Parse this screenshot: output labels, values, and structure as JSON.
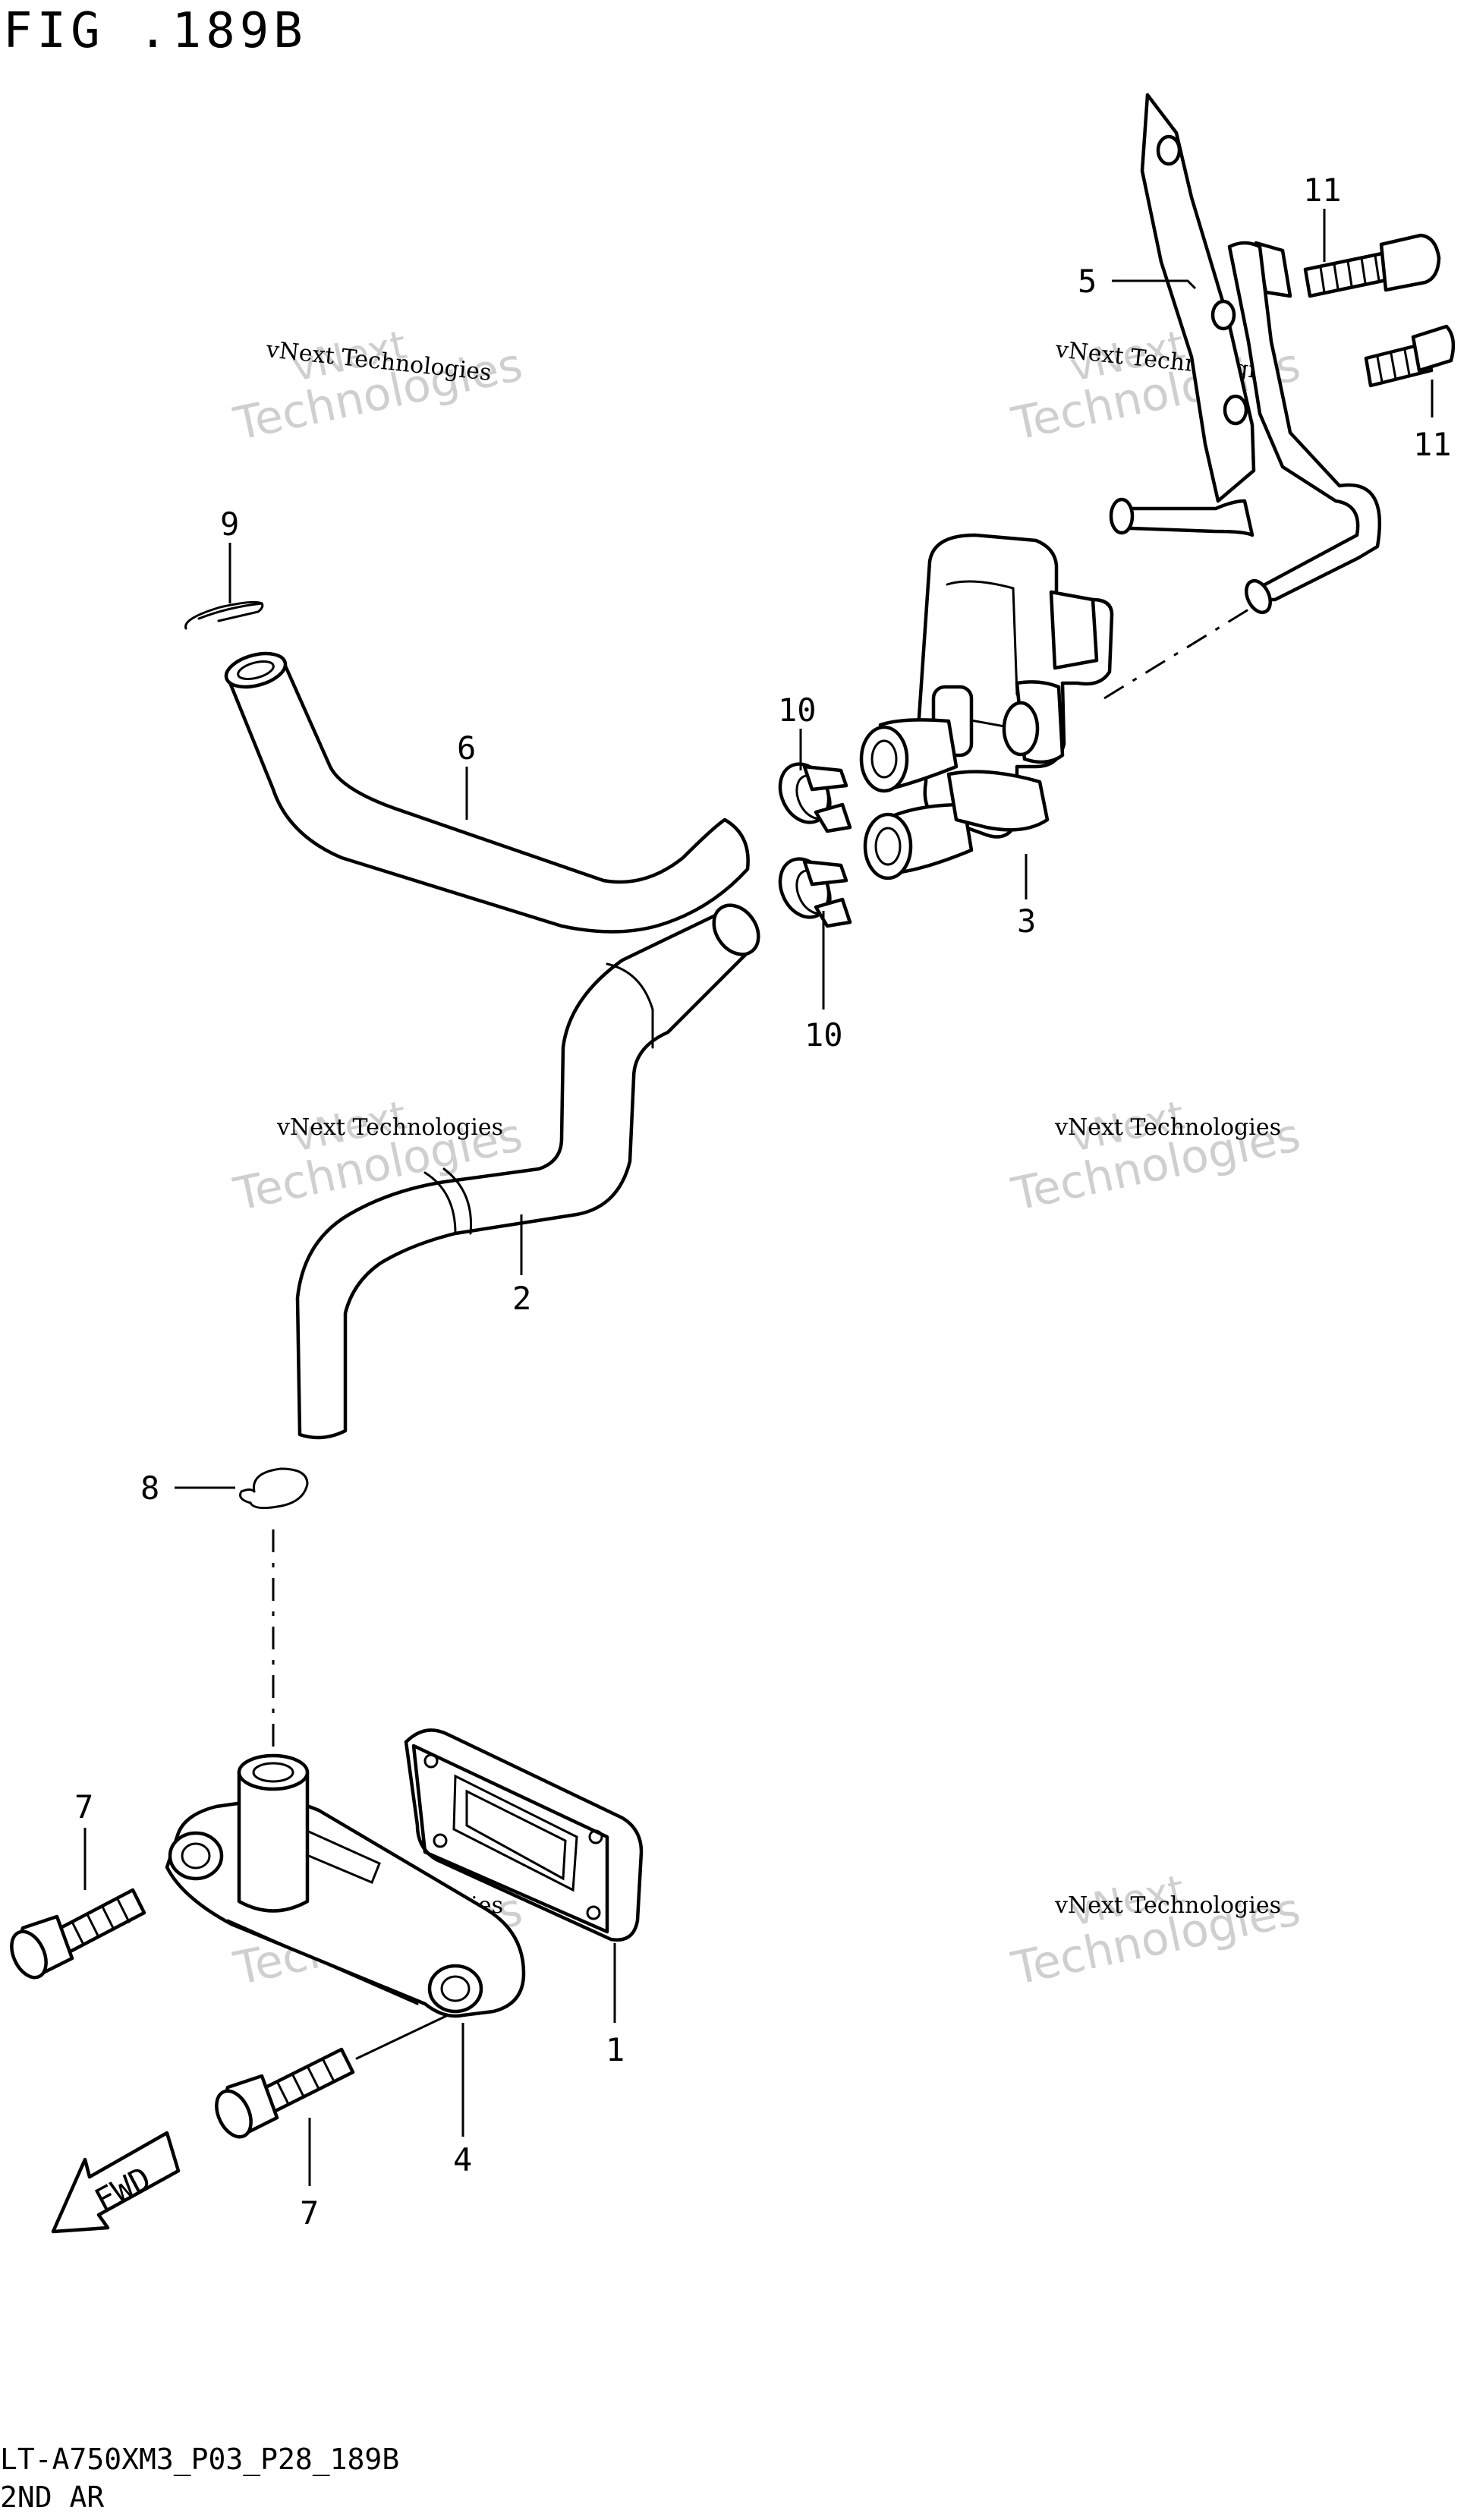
{
  "header": {
    "figure_title": "FIG .189B"
  },
  "footer": {
    "drawing_code": "LT-A750XM3_P03_P28_189B",
    "section_name": "2ND AR"
  },
  "watermark": {
    "text_small": "vNext Technologies",
    "text_line1": "vNext",
    "text_line2": "Technologies"
  },
  "callouts": [
    {
      "id": "c1",
      "label": "1"
    },
    {
      "id": "c2",
      "label": "2"
    },
    {
      "id": "c3",
      "label": "3"
    },
    {
      "id": "c4",
      "label": "4"
    },
    {
      "id": "c5",
      "label": "5"
    },
    {
      "id": "c6",
      "label": "6"
    },
    {
      "id": "c7a",
      "label": "7"
    },
    {
      "id": "c7b",
      "label": "7"
    },
    {
      "id": "c8",
      "label": "8"
    },
    {
      "id": "c9",
      "label": "9"
    },
    {
      "id": "c10a",
      "label": "10"
    },
    {
      "id": "c10b",
      "label": "10"
    },
    {
      "id": "c11a",
      "label": "11"
    },
    {
      "id": "c11b",
      "label": "11"
    }
  ],
  "fwd_arrow": {
    "label": "FWD"
  },
  "colors": {
    "line": "#000000",
    "background": "#ffffff",
    "watermark": "#cfcfcf"
  }
}
